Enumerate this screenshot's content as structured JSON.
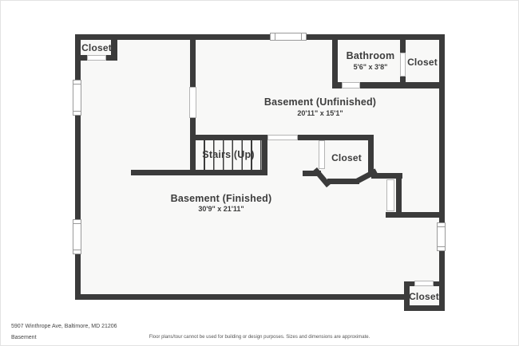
{
  "colors": {
    "wall": "#3b3b3b",
    "floor": "#f8f8f7",
    "background": "#ffffff",
    "window_frame": "#9a9a9a",
    "label_text": "#3d3d3d"
  },
  "rooms": {
    "closet_top_left": {
      "label": "Closet"
    },
    "bathroom": {
      "label": "Bathroom",
      "dimensions": "5'6\" x 3'8\""
    },
    "closet_top_right": {
      "label": "Closet"
    },
    "basement_unfinished": {
      "label": "Basement (Unfinished)",
      "dimensions": "20'11\" x 15'1\""
    },
    "stairs": {
      "label": "Stairs (Up)"
    },
    "basement_finished": {
      "label": "Basement (Finished)",
      "dimensions": "30'9\" x 21'11\""
    },
    "closet_middle_right": {
      "label": "Closet"
    },
    "closet_bottom_right": {
      "label": "Closet"
    }
  },
  "footer": {
    "address": "5907 Winthrope Ave, Baltimore, MD 21206",
    "floor_name": "Basement",
    "disclaimer": "Floor plans/tour cannot be used for building or design purposes. Sizes and dimensions are approximate."
  }
}
